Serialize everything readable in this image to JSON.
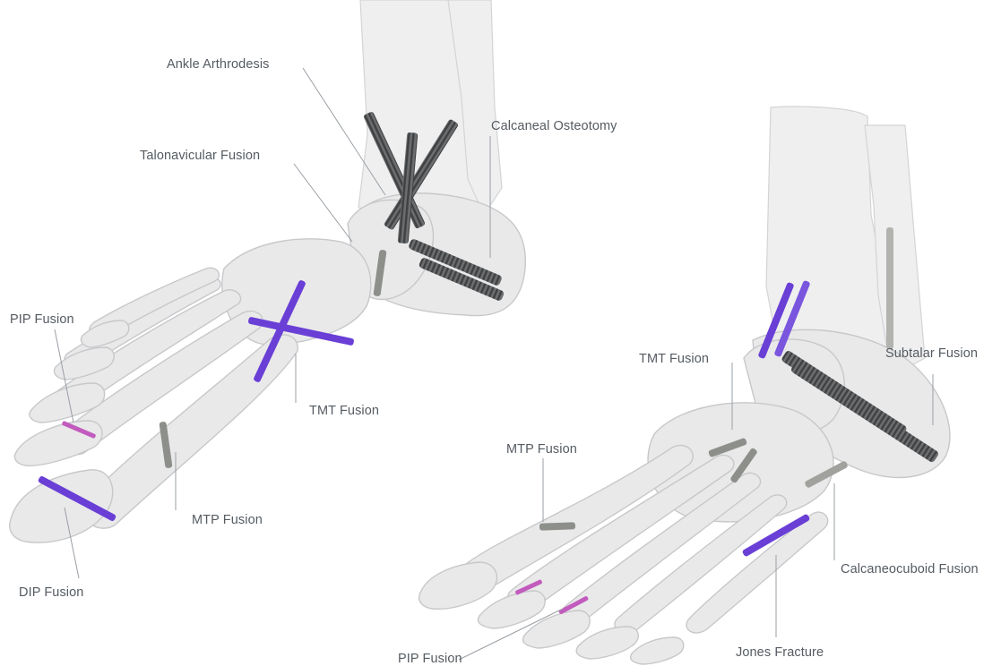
{
  "colors": {
    "implant_purple": "#6a3fd6",
    "implant_pink": "#c25bbd",
    "implant_gray": "#8d8f8b",
    "screw_dark": "#5f6163",
    "label_text": "#555b61",
    "bone_fill": "#e9e9ea"
  },
  "left_foot": {
    "labels": {
      "ankle_arthrodesis": "Ankle Arthrodesis",
      "calcaneal_osteotomy": "Calcaneal Osteotomy",
      "talonavicular_fusion": "Talonavicular Fusion",
      "pip_fusion": "PIP Fusion",
      "tmt_fusion": "TMT Fusion",
      "mtp_fusion": "MTP Fusion",
      "dip_fusion": "DIP Fusion"
    }
  },
  "right_foot": {
    "labels": {
      "tmt_fusion": "TMT Fusion",
      "subtalar_fusion": "Subtalar Fusion",
      "mtp_fusion": "MTP Fusion",
      "calcaneocuboid_fusion": "Calcaneocuboid Fusion",
      "pip_fusion": "PIP Fusion",
      "jones_fracture": "Jones Fracture"
    }
  }
}
